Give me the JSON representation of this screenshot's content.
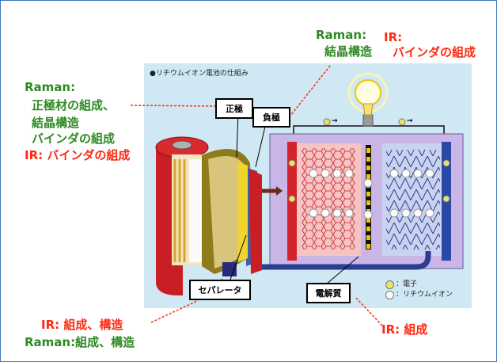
{
  "panel": {
    "title": "●リチウムイオン電池の仕組み",
    "positive_label": "正極",
    "negative_label": "負極",
    "separator_label": "セパレータ",
    "electrolyte_label": "電解質",
    "legend_electron": "：電子",
    "legend_ion": "：リチウムイオン",
    "electron_symbol": "e",
    "electron_arrow": "→"
  },
  "annotations": {
    "top_raman_title": "Raman:",
    "top_raman_text": "結晶構造",
    "top_ir_title": "IR:",
    "top_ir_text": "バインダの組成",
    "left_raman_title": "Raman:",
    "left_raman_line1": "正極材の組成、",
    "left_raman_line2": "結晶構造",
    "left_raman_line3": "バインダの組成",
    "left_ir": "IR: バインダの組成",
    "bottom_ir": "IR: 組成、構造",
    "bottom_raman": "Raman:組成、構造",
    "electrolyte_ir": "IR: 組成"
  },
  "colors": {
    "green": "#2f8a25",
    "red": "#ff2a12",
    "panel_bg": "#cfe8f4",
    "frame": "#3a78b8"
  }
}
